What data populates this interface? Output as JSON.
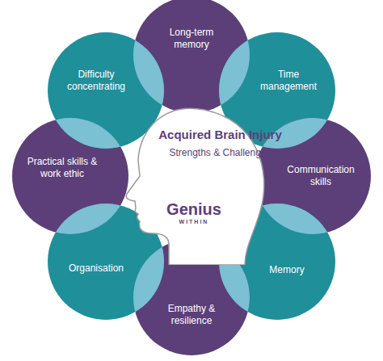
{
  "diagram": {
    "nodes": [
      {
        "text": [
          "Long-term memory"
        ]
      },
      {
        "text": [
          "Time management"
        ]
      },
      {
        "text": [
          "Communication skills"
        ]
      },
      {
        "text": [
          "Memory"
        ]
      },
      {
        "text": [
          "Empathy & resilience"
        ]
      },
      {
        "text": [
          "Organisation"
        ]
      },
      {
        "text": [
          "Practical skills & work ethic"
        ]
      },
      {
        "text": [
          "Difficulty concentrating"
        ]
      },
      {
        "text": [
          "Acquired Brain Injury",
          "Strengths & Challenges"
        ]
      }
    ],
    "edges": [],
    "labels": [
      "Genius",
      "WITHIN"
    ]
  }
}
